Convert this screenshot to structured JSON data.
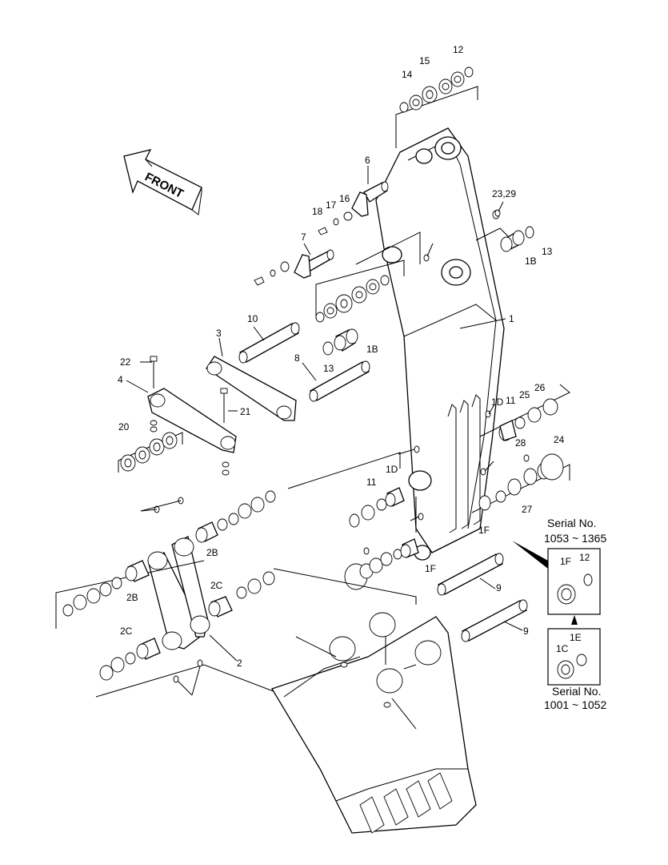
{
  "front_label": "FRONT",
  "serial_new": {
    "title": "Serial No.",
    "range": "1053 ~ 1365",
    "labels": [
      "1F",
      "12"
    ]
  },
  "serial_old": {
    "title": "Serial No.",
    "range": "1001 ~ 1052",
    "labels": [
      "1E",
      "1C"
    ]
  },
  "callouts": [
    "1",
    "1B",
    "1B",
    "1D",
    "1D",
    "1F",
    "1F",
    "2",
    "2B",
    "2B",
    "2C",
    "2C",
    "3",
    "4",
    "6",
    "7",
    "8",
    "9",
    "9",
    "10",
    "11",
    "11",
    "12",
    "13",
    "13",
    "14",
    "15",
    "16",
    "17",
    "18",
    "20",
    "21",
    "22",
    "23,29",
    "24",
    "25",
    "26",
    "27",
    "28"
  ]
}
